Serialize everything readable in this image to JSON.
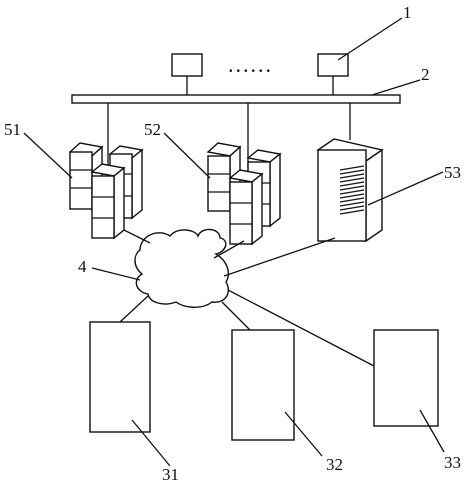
{
  "labels": {
    "terminal_top": "1",
    "bus": "2",
    "server_group_a": "51",
    "server_group_b": "52",
    "server_rack": "53",
    "network_cloud": "4",
    "device_left": "31",
    "device_middle": "32",
    "device_right": "33"
  },
  "ellipsis": "......"
}
